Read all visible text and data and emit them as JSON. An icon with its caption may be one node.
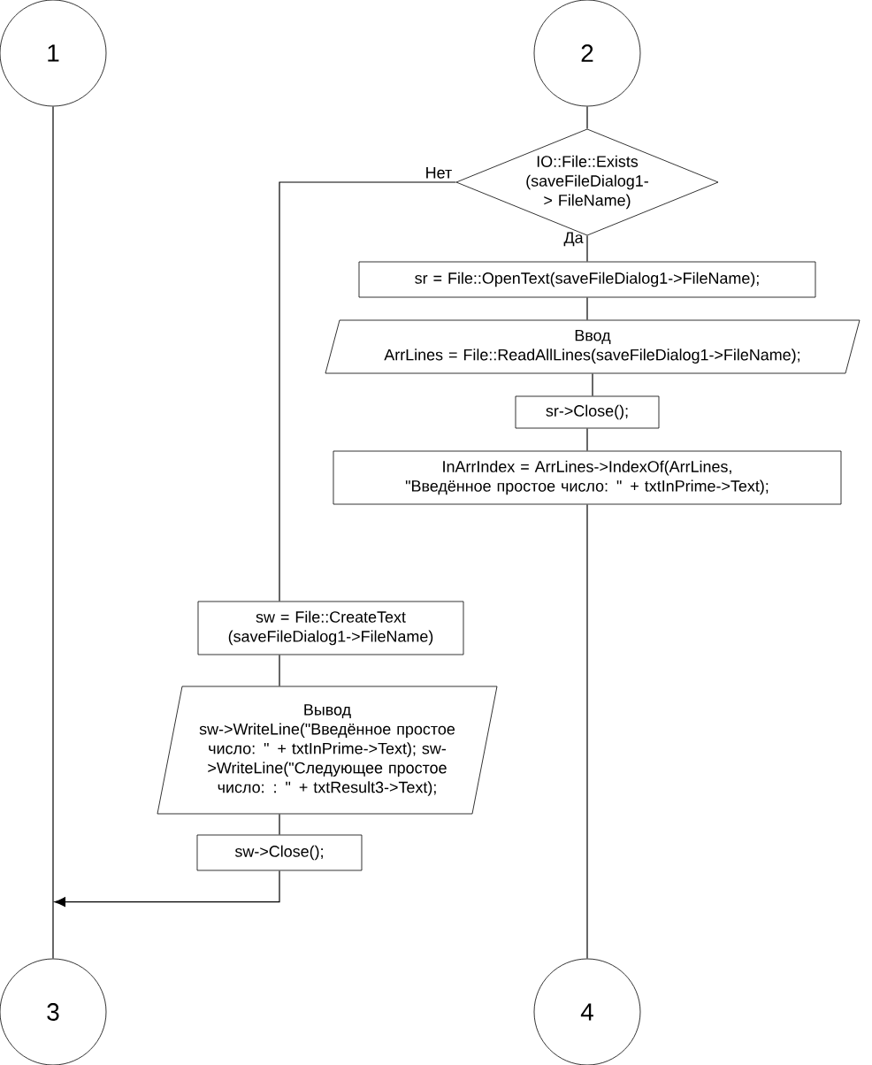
{
  "diagram": {
    "nodes": [
      {
        "text": [
          "1"
        ]
      },
      {
        "text": [
          "2"
        ]
      },
      {
        "text": [
          "3"
        ]
      },
      {
        "text": [
          "4"
        ]
      },
      {
        "text": [
          "IO::File::Exists (saveFileDialog1-> FileName)"
        ]
      },
      {
        "text": [
          "sr = File::OpenText(saveFileDialog1->FileName);"
        ]
      },
      {
        "text": [
          "Ввод",
          "ArrLines = File::ReadAllLines(saveFileDialog1->FileName);"
        ]
      },
      {
        "text": [
          "sr->Close();"
        ]
      },
      {
        "text": [
          "InArrIndex = ArrLines->IndexOf(ArrLines, \"Введённое простое число: \" + txtInPrime->Text);"
        ]
      },
      {
        "text": [
          "sw = File::CreateText (saveFileDialog1->FileName)"
        ]
      },
      {
        "text": [
          "Вывод",
          "sw->WriteLine(\"Введённое простое число: \" + txtInPrime->Text); sw->WriteLine(\"Следующее простое число: : \" + txtResult3->Text);"
        ]
      },
      {
        "text": [
          "sw->Close();"
        ]
      }
    ],
    "edges": [
      {
        "from": 0,
        "to": 2,
        "arrow": "none"
      },
      {
        "from": 1,
        "to": 4,
        "arrow": "none"
      },
      {
        "from": 4,
        "to": 5,
        "arrow": "none",
        "label": "Да"
      },
      {
        "from": 4,
        "to": 9,
        "arrow": "none",
        "label": "Нет"
      },
      {
        "from": 5,
        "to": 6,
        "arrow": "none"
      },
      {
        "from": 6,
        "to": 7,
        "arrow": "none"
      },
      {
        "from": 7,
        "to": 8,
        "arrow": "none"
      },
      {
        "from": 8,
        "to": 3,
        "arrow": "none"
      },
      {
        "from": 9,
        "to": 10,
        "arrow": "none"
      },
      {
        "from": 10,
        "to": 11,
        "arrow": "none"
      },
      {
        "from": 11,
        "to": 2,
        "arrow": "to"
      }
    ]
  }
}
